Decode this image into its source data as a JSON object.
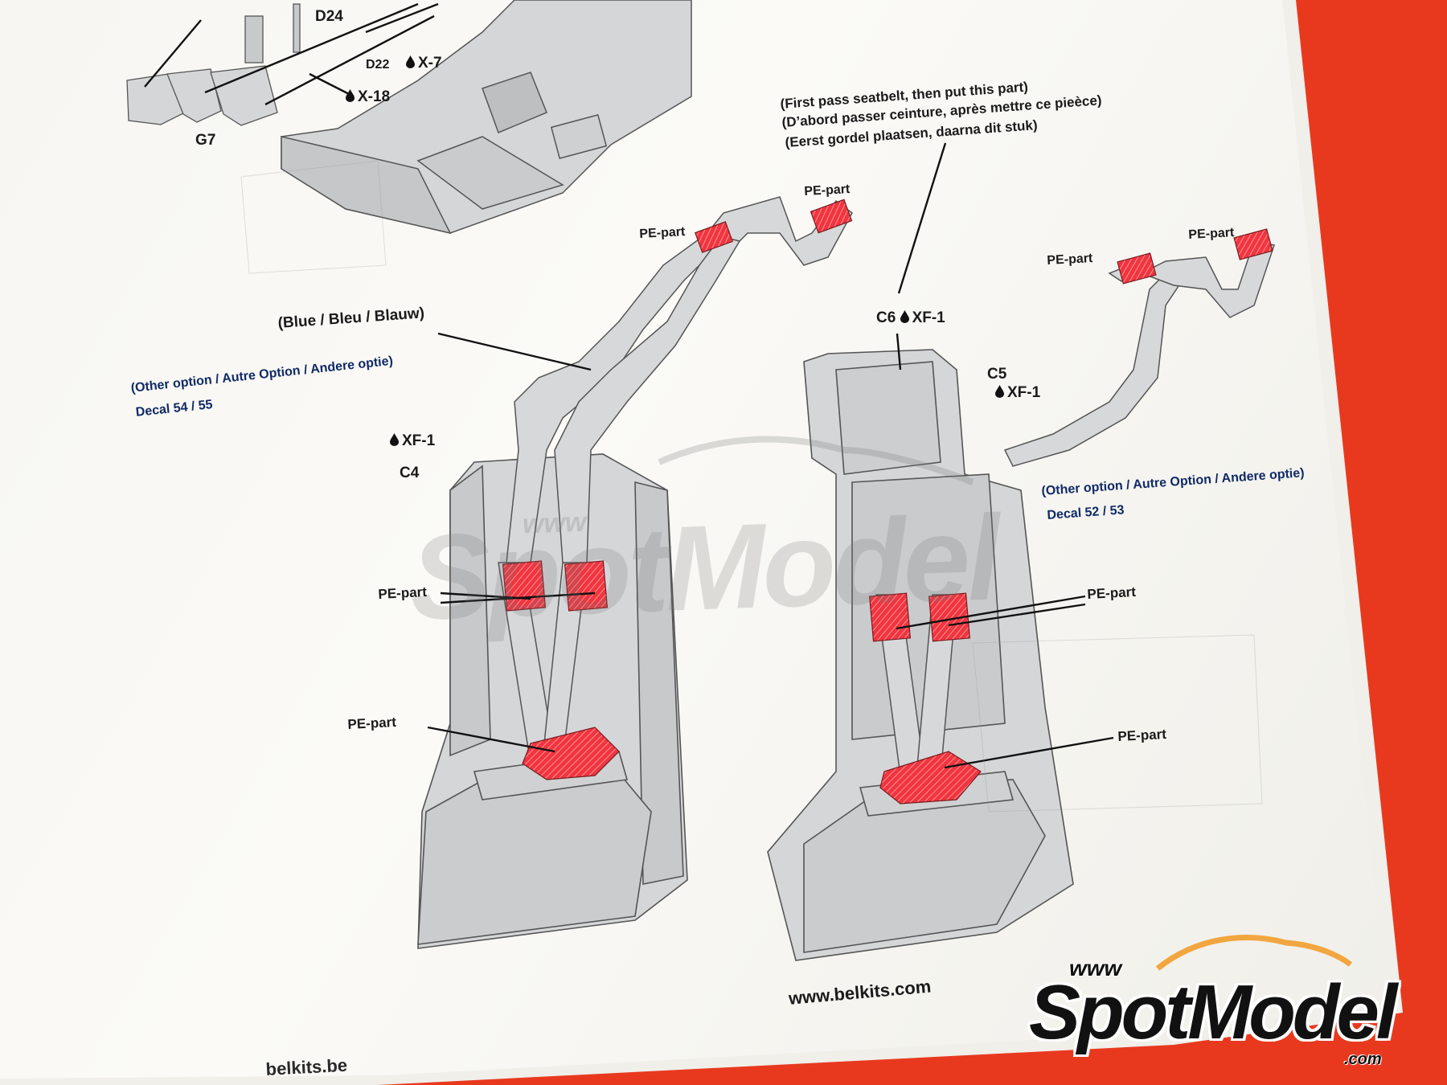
{
  "labels": {
    "d24": "D24",
    "d22": "D22",
    "x7": "X-7",
    "x18": "X-18",
    "g7": "G7",
    "first_pass_en": "(First pass seatbelt, then put this part)",
    "first_pass_fr": "(D’abord passer ceinture, après mettre ce pieèce)",
    "first_pass_nl": "(Eerst gordel plaatsen, daarna dit stuk)",
    "pe_part": "PE-part",
    "blue": "(Blue / Bleu / Blauw)",
    "other_option": "(Other option / Autre Option / Andere optie)",
    "decal_left": "Decal 54 / 55",
    "decal_right": "Decal 52 / 53",
    "c4": "C4",
    "c5": "C5",
    "c6": "C6",
    "xf1": "XF-1"
  },
  "footer": {
    "url": "www.belkits.com",
    "url_be": "belkits.be"
  },
  "watermark": {
    "www": "www",
    "brand": "SpotModel",
    "com": ".com"
  },
  "colors": {
    "background": "#e8391f",
    "pe_part": "#f0353f",
    "part_fill": "#d5d6d8",
    "ink": "#1a1a1a"
  }
}
